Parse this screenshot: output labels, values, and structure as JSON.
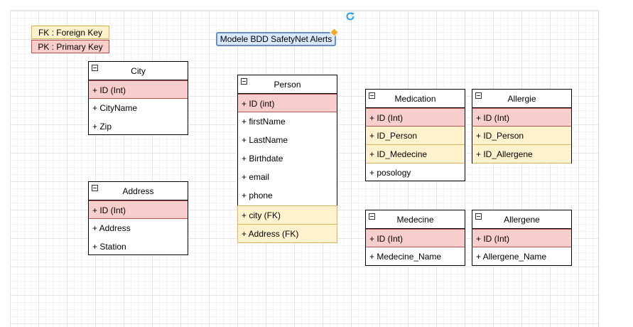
{
  "legend": {
    "fk": "FK : Foreign Key",
    "pk": "PK : Primary Key"
  },
  "diagram_title": "Modele BDD SafetyNet Alerts",
  "colors": {
    "pk_fill": "#f8cecc",
    "fk_fill": "#fff2cc",
    "title_fill": "#dae8fc",
    "title_border": "#6c8ebf",
    "handle": "#f6a623"
  },
  "icons": [
    "rotate-icon",
    "collapse-icon"
  ],
  "entities": {
    "city": {
      "name": "City",
      "pk": "+ ID (Int)",
      "fields": [
        "+ CityName",
        "+ Zip"
      ]
    },
    "address": {
      "name": "Address",
      "pk": "+ ID (Int)",
      "fields": [
        "+ Address",
        "+ Station"
      ]
    },
    "person": {
      "name": "Person",
      "pk": "+ ID (int)",
      "fields": [
        "+ firstName",
        "+ LastName",
        "+ Birthdate",
        "+ email",
        "+ phone"
      ],
      "fks": [
        "+ city (FK)",
        "+ Address (FK)"
      ]
    },
    "medication": {
      "name": "Medication",
      "pk": "+ ID (Int)",
      "fks": [
        "+ ID_Person",
        "+ ID_Medecine"
      ],
      "fields": [
        "+ posology"
      ]
    },
    "allergie": {
      "name": "Allergie",
      "pk": "+ ID (Int)",
      "fks": [
        "+ ID_Person",
        "+ ID_Allergene"
      ]
    },
    "medecine": {
      "name": "Medecine",
      "pk": "+ ID (Int)",
      "fields": [
        "+ Medecine_Name"
      ]
    },
    "allergene": {
      "name": "Allergene",
      "pk": "+ ID (Int)",
      "fields": [
        "+ Allergene_Name"
      ]
    }
  }
}
